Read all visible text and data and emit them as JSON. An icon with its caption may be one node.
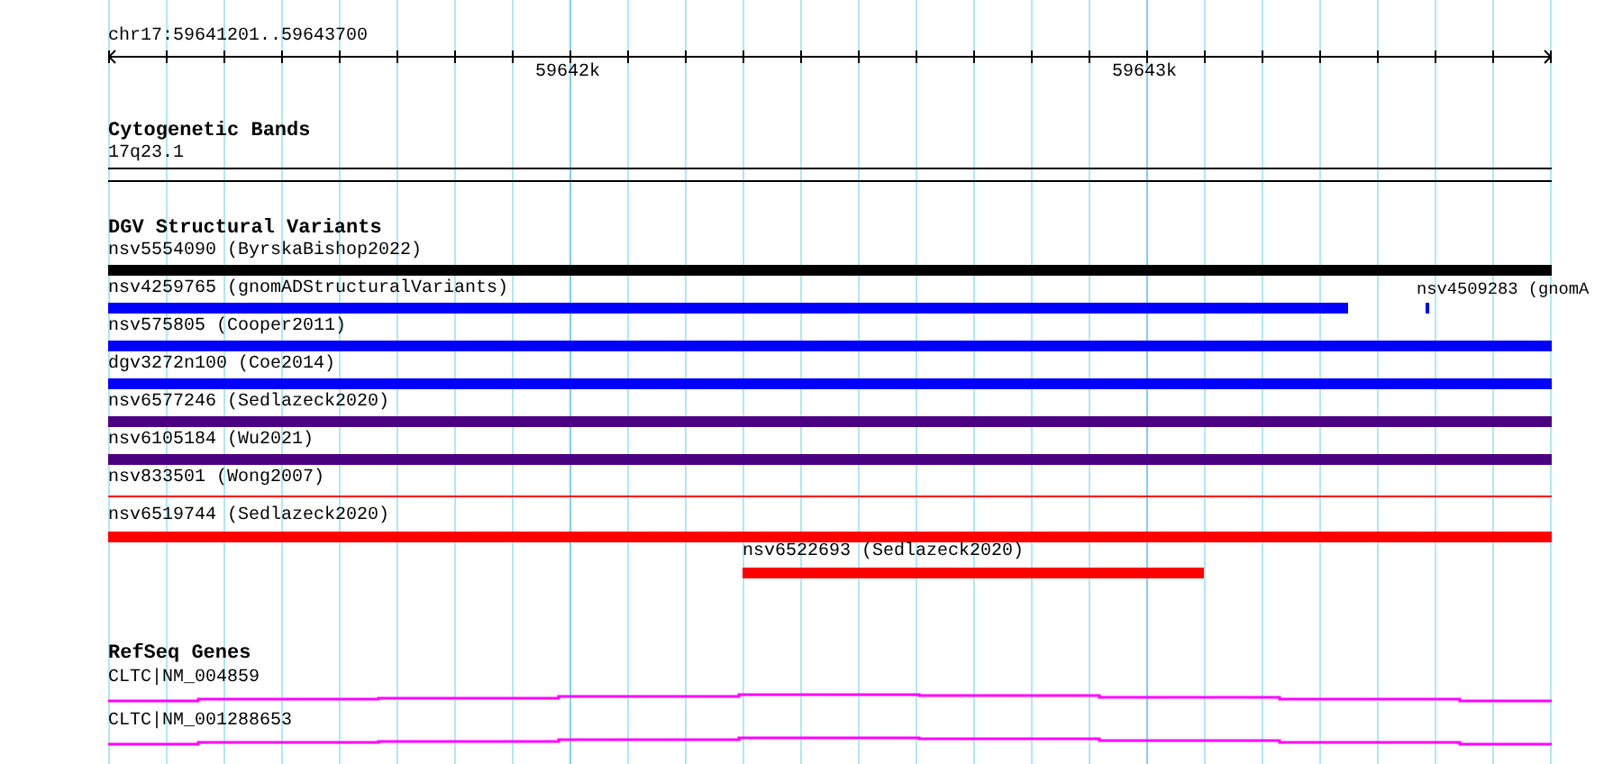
{
  "diagram": {
    "nodes": [
      {
        "text": [
          "17q23.1"
        ]
      },
      {
        "text": [
          "nsv5554090 (ByrskaBishop2022)"
        ]
      },
      {
        "text": [
          "nsv4259765 (gnomADStructuralVariants)"
        ]
      },
      {
        "text": [
          "nsv4509283 (gnomA"
        ]
      },
      {
        "text": [
          "nsv575805 (Cooper2011)"
        ]
      },
      {
        "text": [
          "dgv3272n100 (Coe2014)"
        ]
      },
      {
        "text": [
          "nsv6577246 (Sedlazeck2020)"
        ]
      },
      {
        "text": [
          "nsv6105184 (Wu2021)"
        ]
      },
      {
        "text": [
          "nsv833501 (Wong2007)"
        ]
      },
      {
        "text": [
          "nsv6519744 (Sedlazeck2020)"
        ]
      },
      {
        "text": [
          "nsv6522693 (Sedlazeck2020)"
        ]
      },
      {
        "text": [
          "CLTC|NM_004859"
        ]
      },
      {
        "text": [
          "CLTC|NM_001288653"
        ]
      }
    ],
    "labels": [
      "chr17:59641201..59643700",
      "59642k",
      "59643k",
      "Cytogenetic Bands",
      "DGV Structural Variants",
      "RefSeq Genes"
    ]
  }
}
